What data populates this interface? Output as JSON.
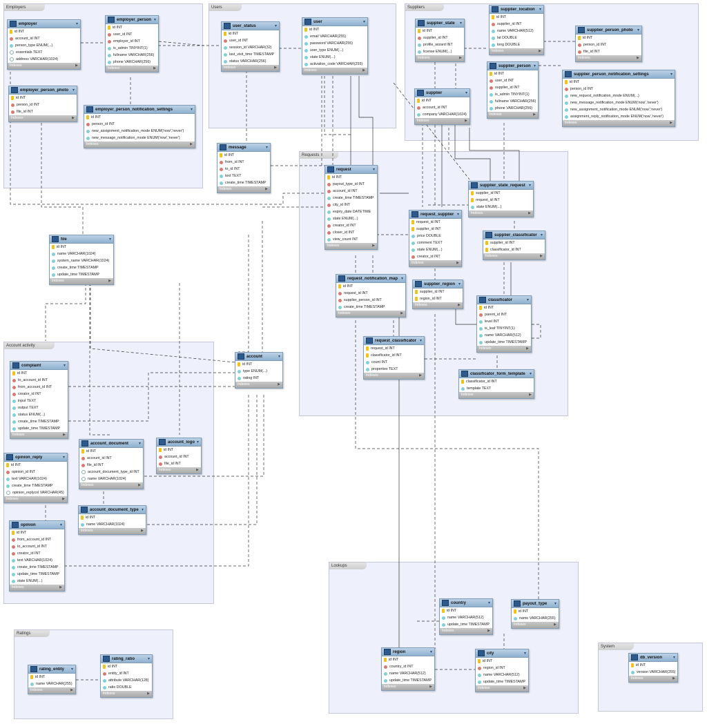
{
  "groups": [
    {
      "id": "employers",
      "label": "Employers"
    },
    {
      "id": "users",
      "label": "Users"
    },
    {
      "id": "suppliers",
      "label": "Suppliers"
    },
    {
      "id": "requests",
      "label": "Requests"
    },
    {
      "id": "account_activity",
      "label": "Account activity"
    },
    {
      "id": "lookups",
      "label": "Lookups"
    },
    {
      "id": "ratings",
      "label": "Ratings"
    },
    {
      "id": "system",
      "label": "System"
    }
  ],
  "footer_label": "Indexes",
  "colors": {
    "group_bg": "#eef0fb",
    "header": "#9dbbd7",
    "key": "#f2c21a",
    "fk": "#d97a72",
    "col": "#7fd0d8"
  },
  "tables": [
    {
      "id": "employer",
      "name": "employer",
      "fields": [
        [
          "key",
          "id INT"
        ],
        [
          "fk",
          "account_id INT"
        ],
        [
          "col",
          "person_type ENUM(...)"
        ],
        [
          "null",
          "essentials TEXT"
        ],
        [
          "null",
          "address VARCHAR(1024)"
        ]
      ]
    },
    {
      "id": "employer_person",
      "name": "employer_person",
      "fields": [
        [
          "key",
          "id INT"
        ],
        [
          "fk",
          "user_id INT"
        ],
        [
          "fk",
          "employer_id INT"
        ],
        [
          "col",
          "is_admin TINYINT(1)"
        ],
        [
          "col",
          "fullname VARCHAR(256)"
        ],
        [
          "col",
          "phone VARCHAR(256)"
        ]
      ]
    },
    {
      "id": "employer_person_photo",
      "name": "employer_person_photo",
      "fields": [
        [
          "key",
          "id INT"
        ],
        [
          "fk",
          "person_id INT"
        ],
        [
          "fk",
          "file_id INT"
        ]
      ]
    },
    {
      "id": "employer_person_notification_settings",
      "name": "employer_person_notification_settings",
      "fields": [
        [
          "key",
          "id INT"
        ],
        [
          "fk",
          "person_id INT"
        ],
        [
          "col",
          "new_assignment_notification_mode ENUM('now','never')"
        ],
        [
          "col",
          "new_message_notification_mode ENUM('now','never')"
        ]
      ]
    },
    {
      "id": "user_status",
      "name": "user_status",
      "fields": [
        [
          "key",
          "id INT"
        ],
        [
          "fk",
          "user_id INT"
        ],
        [
          "col",
          "session_id VARCHAR(32)"
        ],
        [
          "col",
          "last_visit_time TIMESTAMP"
        ],
        [
          "col",
          "status VARCHAR(256)"
        ]
      ]
    },
    {
      "id": "user",
      "name": "user",
      "fields": [
        [
          "key",
          "id INT"
        ],
        [
          "col",
          "email VARCHAR(255)"
        ],
        [
          "col",
          "password VARCHAR(255)"
        ],
        [
          "col",
          "user_type ENUM(...)"
        ],
        [
          "col",
          "state ENUM(...)"
        ],
        [
          "col",
          "activation_code VARCHAR(255)"
        ]
      ]
    },
    {
      "id": "message",
      "name": "message",
      "fields": [
        [
          "key",
          "id INT"
        ],
        [
          "fk",
          "from_id INT"
        ],
        [
          "fk",
          "to_id INT"
        ],
        [
          "col",
          "text TEXT"
        ],
        [
          "col",
          "create_time TIMESTAMP"
        ]
      ]
    },
    {
      "id": "supplier_state",
      "name": "supplier_state",
      "fields": [
        [
          "key",
          "id INT"
        ],
        [
          "fk",
          "supplier_id INT"
        ],
        [
          "col",
          "profile_wizard INT"
        ],
        [
          "col",
          "license ENUM(...)"
        ]
      ]
    },
    {
      "id": "supplier_location",
      "name": "supplier_location",
      "fields": [
        [
          "key",
          "id INT"
        ],
        [
          "fk",
          "supplier_id INT"
        ],
        [
          "col",
          "name VARCHAR(512)"
        ],
        [
          "col",
          "lat DOUBLE"
        ],
        [
          "col",
          "long DOUBLE"
        ]
      ]
    },
    {
      "id": "supplier_person_photo",
      "name": "supplier_person_photo",
      "fields": [
        [
          "key",
          "id INT"
        ],
        [
          "fk",
          "person_id INT"
        ],
        [
          "fk",
          "file_id INT"
        ]
      ]
    },
    {
      "id": "supplier_person",
      "name": "supplier_person",
      "fields": [
        [
          "key",
          "id INT"
        ],
        [
          "fk",
          "user_id INT"
        ],
        [
          "fk",
          "supplier_id INT"
        ],
        [
          "col",
          "is_admin TINYINT(1)"
        ],
        [
          "col",
          "fullname VARCHAR(256)"
        ],
        [
          "col",
          "phone VARCHAR(256)"
        ]
      ]
    },
    {
      "id": "supplier_person_notification_settings",
      "name": "supplier_person_notification_settings",
      "fields": [
        [
          "key",
          "id INT"
        ],
        [
          "fk",
          "person_id INT"
        ],
        [
          "col",
          "new_request_notification_mode ENUM(...)"
        ],
        [
          "col",
          "new_message_notification_mode ENUM('now','never')"
        ],
        [
          "col",
          "new_assignment_notification_mode ENUM('now','never')"
        ],
        [
          "col",
          "assignment_reply_notification_mode ENUM('now','never')"
        ]
      ]
    },
    {
      "id": "supplier",
      "name": "supplier",
      "fields": [
        [
          "key",
          "id INT"
        ],
        [
          "fk",
          "account_id INT"
        ],
        [
          "col",
          "company VARCHAR(1024)"
        ]
      ]
    },
    {
      "id": "request",
      "name": "request",
      "fields": [
        [
          "key",
          "id INT"
        ],
        [
          "fk",
          "payout_type_id INT"
        ],
        [
          "fk",
          "account_id INT"
        ],
        [
          "col",
          "create_time TIMESTAMP"
        ],
        [
          "fk",
          "city_id INT"
        ],
        [
          "col",
          "expiry_date DATETIME"
        ],
        [
          "col",
          "state ENUM(...)"
        ],
        [
          "fk",
          "creator_id INT"
        ],
        [
          "fk",
          "closer_id INT"
        ],
        [
          "col",
          "view_count INT"
        ]
      ]
    },
    {
      "id": "supplier_state_request",
      "name": "supplier_state_request",
      "fields": [
        [
          "key",
          "supplier_id INT"
        ],
        [
          "key",
          "request_id INT"
        ],
        [
          "col",
          "state ENUM(...)"
        ]
      ]
    },
    {
      "id": "request_supplier",
      "name": "request_supplier",
      "fields": [
        [
          "key",
          "request_id INT"
        ],
        [
          "key",
          "supplier_id INT"
        ],
        [
          "col",
          "price DOUBLE"
        ],
        [
          "col",
          "comment TEXT"
        ],
        [
          "col",
          "state ENUM(...)"
        ],
        [
          "fk",
          "creator_id INT"
        ]
      ]
    },
    {
      "id": "supplier_classificator",
      "name": "supplier_classificator",
      "fields": [
        [
          "key",
          "supplier_id INT"
        ],
        [
          "key",
          "classificator_id INT"
        ]
      ]
    },
    {
      "id": "request_notification_map",
      "name": "request_notification_map",
      "fields": [
        [
          "key",
          "id INT"
        ],
        [
          "fk",
          "request_id INT"
        ],
        [
          "fk",
          "supplier_person_id INT"
        ],
        [
          "col",
          "create_time TIMESTAMP"
        ]
      ]
    },
    {
      "id": "supplier_region",
      "name": "supplier_region",
      "fields": [
        [
          "key",
          "supplier_id INT"
        ],
        [
          "key",
          "region_id INT"
        ]
      ]
    },
    {
      "id": "classificator",
      "name": "classificator",
      "fields": [
        [
          "key",
          "id INT"
        ],
        [
          "fk",
          "parent_id INT"
        ],
        [
          "col",
          "level INT"
        ],
        [
          "col",
          "is_leaf TINYINT(1)"
        ],
        [
          "col",
          "name VARCHAR(512)"
        ],
        [
          "col",
          "update_time TIMESTAMP"
        ]
      ]
    },
    {
      "id": "request_classificator",
      "name": "request_classificator",
      "fields": [
        [
          "key",
          "request_id INT"
        ],
        [
          "key",
          "classificator_id INT"
        ],
        [
          "col",
          "count INT"
        ],
        [
          "col",
          "properties TEXT"
        ]
      ]
    },
    {
      "id": "classificator_form_template",
      "name": "classificator_form_template",
      "fields": [
        [
          "key",
          "classificator_id INT"
        ],
        [
          "col",
          "template TEXT"
        ]
      ]
    },
    {
      "id": "file",
      "name": "file",
      "fields": [
        [
          "key",
          "id INT"
        ],
        [
          "col",
          "name VARCHAR(1024)"
        ],
        [
          "col",
          "system_name VARCHAR(1024)"
        ],
        [
          "col",
          "create_time TIMESTAMP"
        ],
        [
          "col",
          "update_time TIMESTAMP"
        ]
      ]
    },
    {
      "id": "account",
      "name": "account",
      "fields": [
        [
          "key",
          "id INT"
        ],
        [
          "col",
          "type ENUM(...)"
        ],
        [
          "col",
          "rating INT"
        ]
      ]
    },
    {
      "id": "complaint",
      "name": "complaint",
      "fields": [
        [
          "key",
          "id INT"
        ],
        [
          "fk",
          "to_account_id INT"
        ],
        [
          "fk",
          "from_account_id INT"
        ],
        [
          "fk",
          "creator_id INT"
        ],
        [
          "col",
          "input TEXT"
        ],
        [
          "col",
          "output TEXT"
        ],
        [
          "col",
          "status ENUM(...)"
        ],
        [
          "col",
          "create_time TIMESTAMP"
        ],
        [
          "col",
          "update_time TIMESTAMP"
        ]
      ]
    },
    {
      "id": "account_document",
      "name": "account_document",
      "fields": [
        [
          "key",
          "id INT"
        ],
        [
          "fk",
          "account_id INT"
        ],
        [
          "fk",
          "file_id INT"
        ],
        [
          "null",
          "account_document_type_id INT"
        ],
        [
          "null",
          "name VARCHAR(1024)"
        ]
      ]
    },
    {
      "id": "account_logo",
      "name": "account_logo",
      "fields": [
        [
          "key",
          "id INT"
        ],
        [
          "fk",
          "account_id INT"
        ],
        [
          "fk",
          "file_id INT"
        ]
      ]
    },
    {
      "id": "opinion_reply",
      "name": "opinion_reply",
      "fields": [
        [
          "key",
          "id INT"
        ],
        [
          "fk",
          "opinion_id INT"
        ],
        [
          "col",
          "text VARCHAR(1024)"
        ],
        [
          "col",
          "create_time TIMESTAMP"
        ],
        [
          "null",
          "opinion_replycol VARCHAR(45)"
        ]
      ]
    },
    {
      "id": "account_document_type",
      "name": "account_document_type",
      "fields": [
        [
          "key",
          "id INT"
        ],
        [
          "col",
          "name VARCHAR(1024)"
        ]
      ]
    },
    {
      "id": "opinion",
      "name": "opinion",
      "fields": [
        [
          "key",
          "id INT"
        ],
        [
          "fk",
          "from_account_id INT"
        ],
        [
          "fk",
          "to_account_id INT"
        ],
        [
          "fk",
          "creator_id INT"
        ],
        [
          "col",
          "text VARCHAR(1024)"
        ],
        [
          "col",
          "create_time TIMESTAMP"
        ],
        [
          "col",
          "update_time TIMESTAMP"
        ],
        [
          "col",
          "state ENUM(...)"
        ]
      ]
    },
    {
      "id": "country",
      "name": "country",
      "fields": [
        [
          "key",
          "id INT"
        ],
        [
          "col",
          "name VARCHAR(512)"
        ],
        [
          "col",
          "update_time TIMESTAMP"
        ]
      ]
    },
    {
      "id": "payout_type",
      "name": "payout_type",
      "fields": [
        [
          "key",
          "id INT"
        ],
        [
          "col",
          "name VARCHAR(255)"
        ]
      ]
    },
    {
      "id": "region",
      "name": "region",
      "fields": [
        [
          "key",
          "id INT"
        ],
        [
          "fk",
          "country_id INT"
        ],
        [
          "col",
          "name VARCHAR(512)"
        ],
        [
          "col",
          "update_time TIMESTAMP"
        ]
      ]
    },
    {
      "id": "city",
      "name": "city",
      "fields": [
        [
          "key",
          "id INT"
        ],
        [
          "fk",
          "region_id INT"
        ],
        [
          "col",
          "name VARCHAR(512)"
        ],
        [
          "col",
          "update_time TIMESTAMP"
        ]
      ]
    },
    {
      "id": "rating_entity",
      "name": "rating_entity",
      "fields": [
        [
          "key",
          "id INT"
        ],
        [
          "col",
          "name VARCHAR(255)"
        ]
      ]
    },
    {
      "id": "rating_ratio",
      "name": "rating_ratio",
      "fields": [
        [
          "key",
          "id INT"
        ],
        [
          "fk",
          "entity_id INT"
        ],
        [
          "col",
          "attribute VARCHAR(128)"
        ],
        [
          "col",
          "ratio DOUBLE"
        ]
      ]
    },
    {
      "id": "db_version",
      "name": "db_version",
      "fields": [
        [
          "key",
          "id INT"
        ],
        [
          "col",
          "version VARCHAR(255)"
        ]
      ]
    }
  ]
}
